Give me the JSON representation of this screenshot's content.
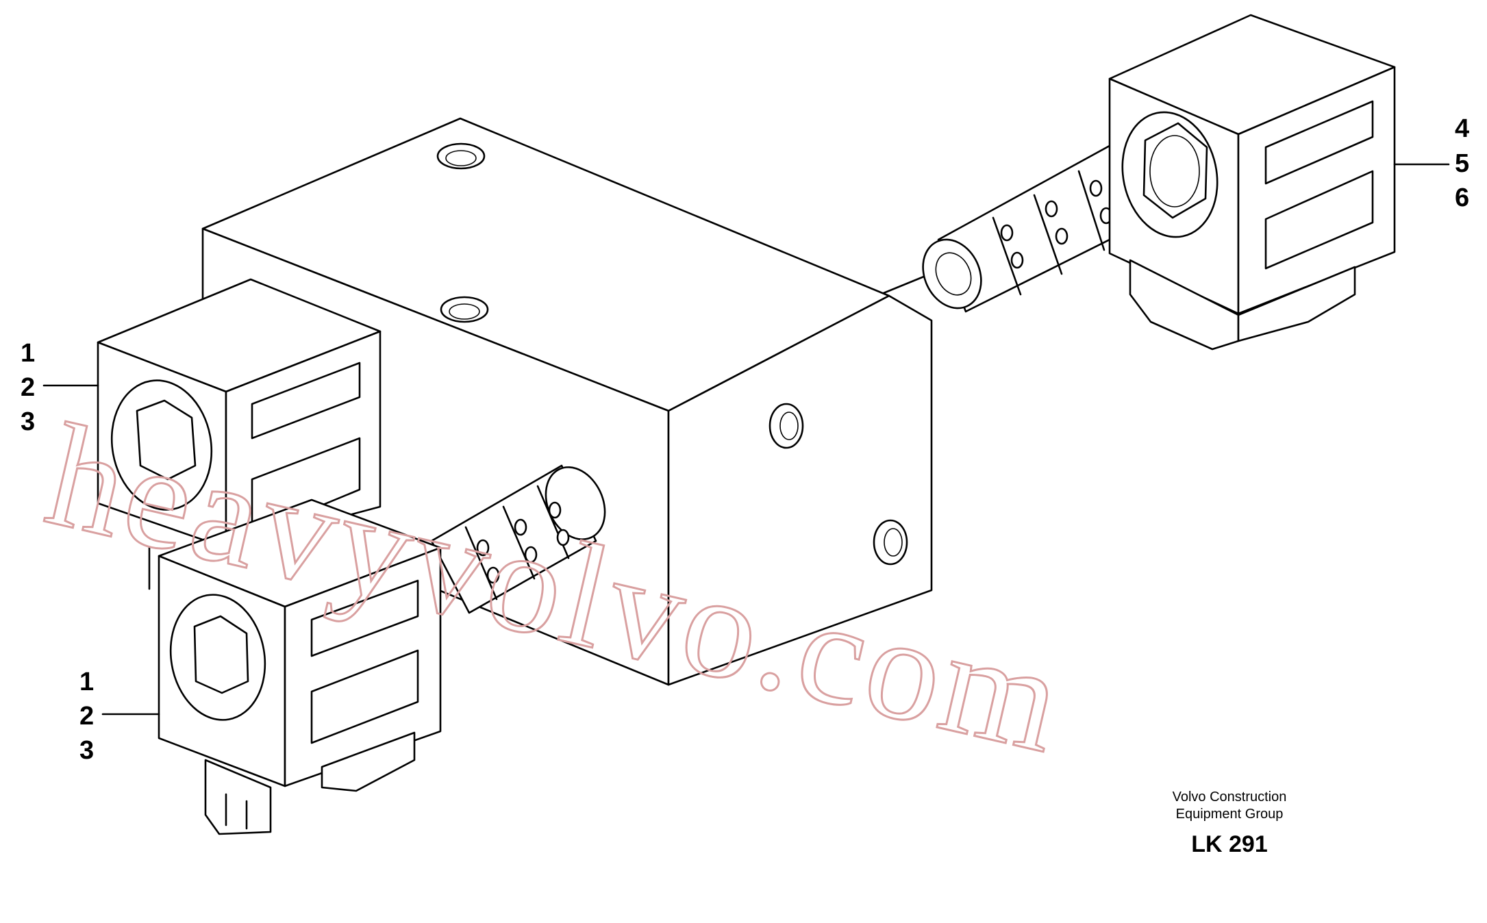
{
  "callouts": {
    "group_left_upper": [
      "1",
      "2",
      "3"
    ],
    "group_left_lower": [
      "1",
      "2",
      "3"
    ],
    "group_right": [
      "4",
      "5",
      "6"
    ]
  },
  "caption": {
    "line1": "Volvo Construction",
    "line2": "Equipment Group",
    "code": "LK 291"
  },
  "watermark": "heavyvolvo.com"
}
